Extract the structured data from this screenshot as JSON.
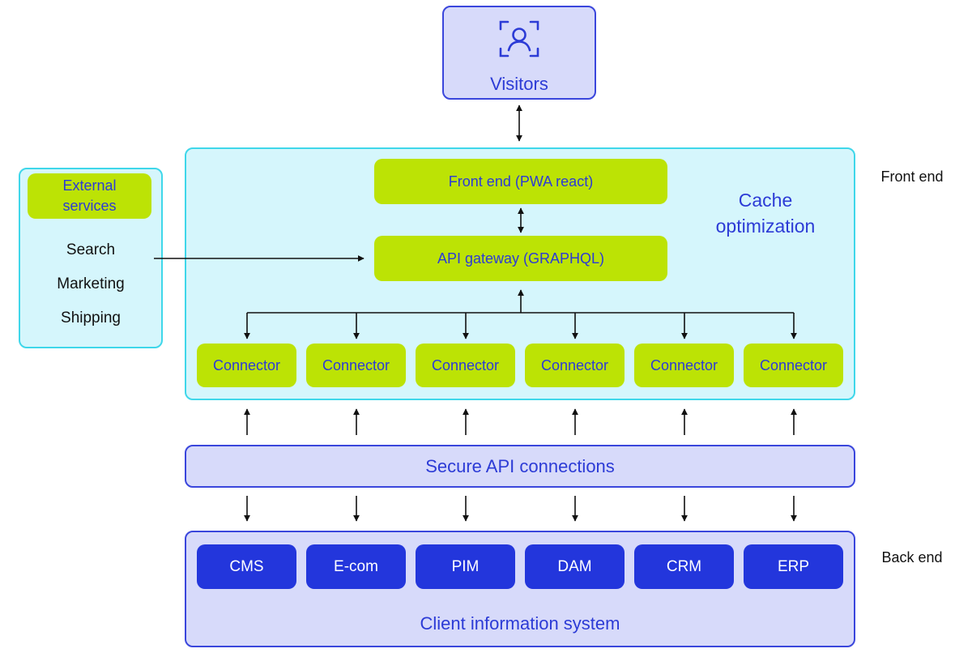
{
  "visitors": {
    "label": "Visitors",
    "icon": "user-scan-icon"
  },
  "front_end": {
    "frontend_pill": "Front end (PWA react)",
    "gateway_pill": "API gateway (GRAPHQL)",
    "cache_line1": "Cache",
    "cache_line2": "optimization",
    "connectors": [
      "Connector",
      "Connector",
      "Connector",
      "Connector",
      "Connector",
      "Connector"
    ]
  },
  "external": {
    "title_line1": "External",
    "title_line2": "services",
    "items": [
      "Search",
      "Marketing",
      "Shipping"
    ]
  },
  "secure_api": "Secure API connections",
  "back_end": {
    "systems": [
      "CMS",
      "E-com",
      "PIM",
      "DAM",
      "CRM",
      "ERP"
    ],
    "label": "Client information system"
  },
  "side_labels": {
    "front_end": "Front end",
    "back_end": "Back end"
  },
  "colors": {
    "brand_blue": "#2336dc",
    "lime": "#bce305",
    "cyan_border": "#3fd7ea",
    "cyan_fill": "#d5f6fc",
    "lavender_fill": "#d7dafa"
  }
}
